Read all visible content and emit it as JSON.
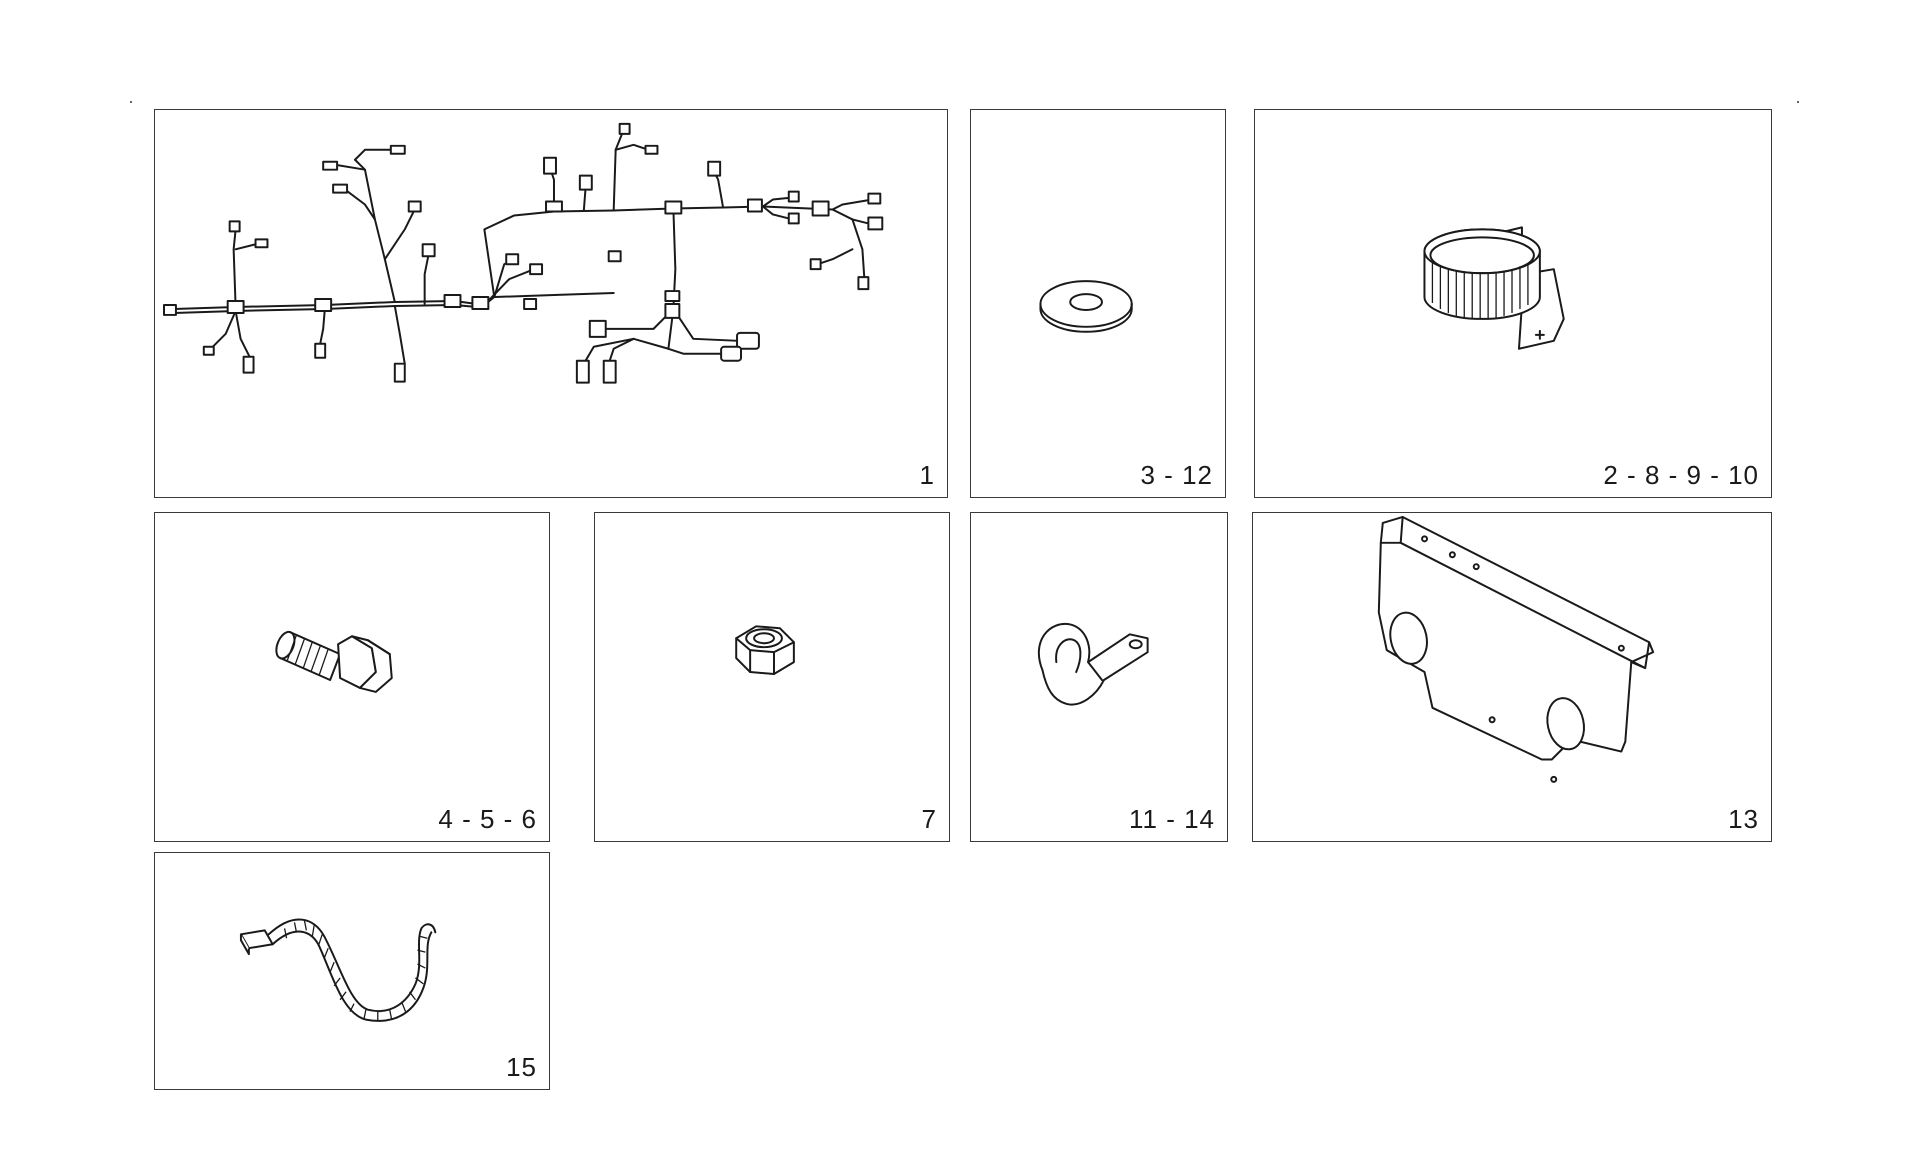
{
  "panels": [
    {
      "id": "p1",
      "label": "1",
      "part": "wiring-harness"
    },
    {
      "id": "p2",
      "label": "3 - 12",
      "part": "washer"
    },
    {
      "id": "p3",
      "label": "2 - 8 - 9 - 10",
      "part": "hose-clamp"
    },
    {
      "id": "p4",
      "label": "4 - 5 - 6",
      "part": "bolt"
    },
    {
      "id": "p5",
      "label": "7",
      "part": "nut"
    },
    {
      "id": "p6",
      "label": "11 - 14",
      "part": "p-clip"
    },
    {
      "id": "p7",
      "label": "13",
      "part": "bracket"
    },
    {
      "id": "p8",
      "label": "15",
      "part": "cable-tie"
    }
  ]
}
